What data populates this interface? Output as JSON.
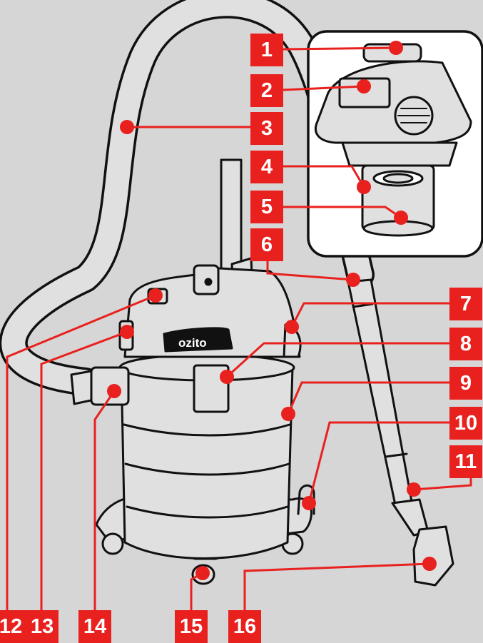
{
  "brand_label": "ozito",
  "colors": {
    "background": "#d6d6d6",
    "callout": "#e8211e",
    "product_fill": "#e0e0e0",
    "outline": "#111111",
    "badge_text": "#ffffff"
  },
  "callouts": [
    {
      "number": "1"
    },
    {
      "number": "2"
    },
    {
      "number": "3"
    },
    {
      "number": "4"
    },
    {
      "number": "5"
    },
    {
      "number": "6"
    },
    {
      "number": "7"
    },
    {
      "number": "8"
    },
    {
      "number": "9"
    },
    {
      "number": "10"
    },
    {
      "number": "11"
    },
    {
      "number": "12"
    },
    {
      "number": "13"
    },
    {
      "number": "14"
    },
    {
      "number": "15"
    },
    {
      "number": "16"
    }
  ]
}
